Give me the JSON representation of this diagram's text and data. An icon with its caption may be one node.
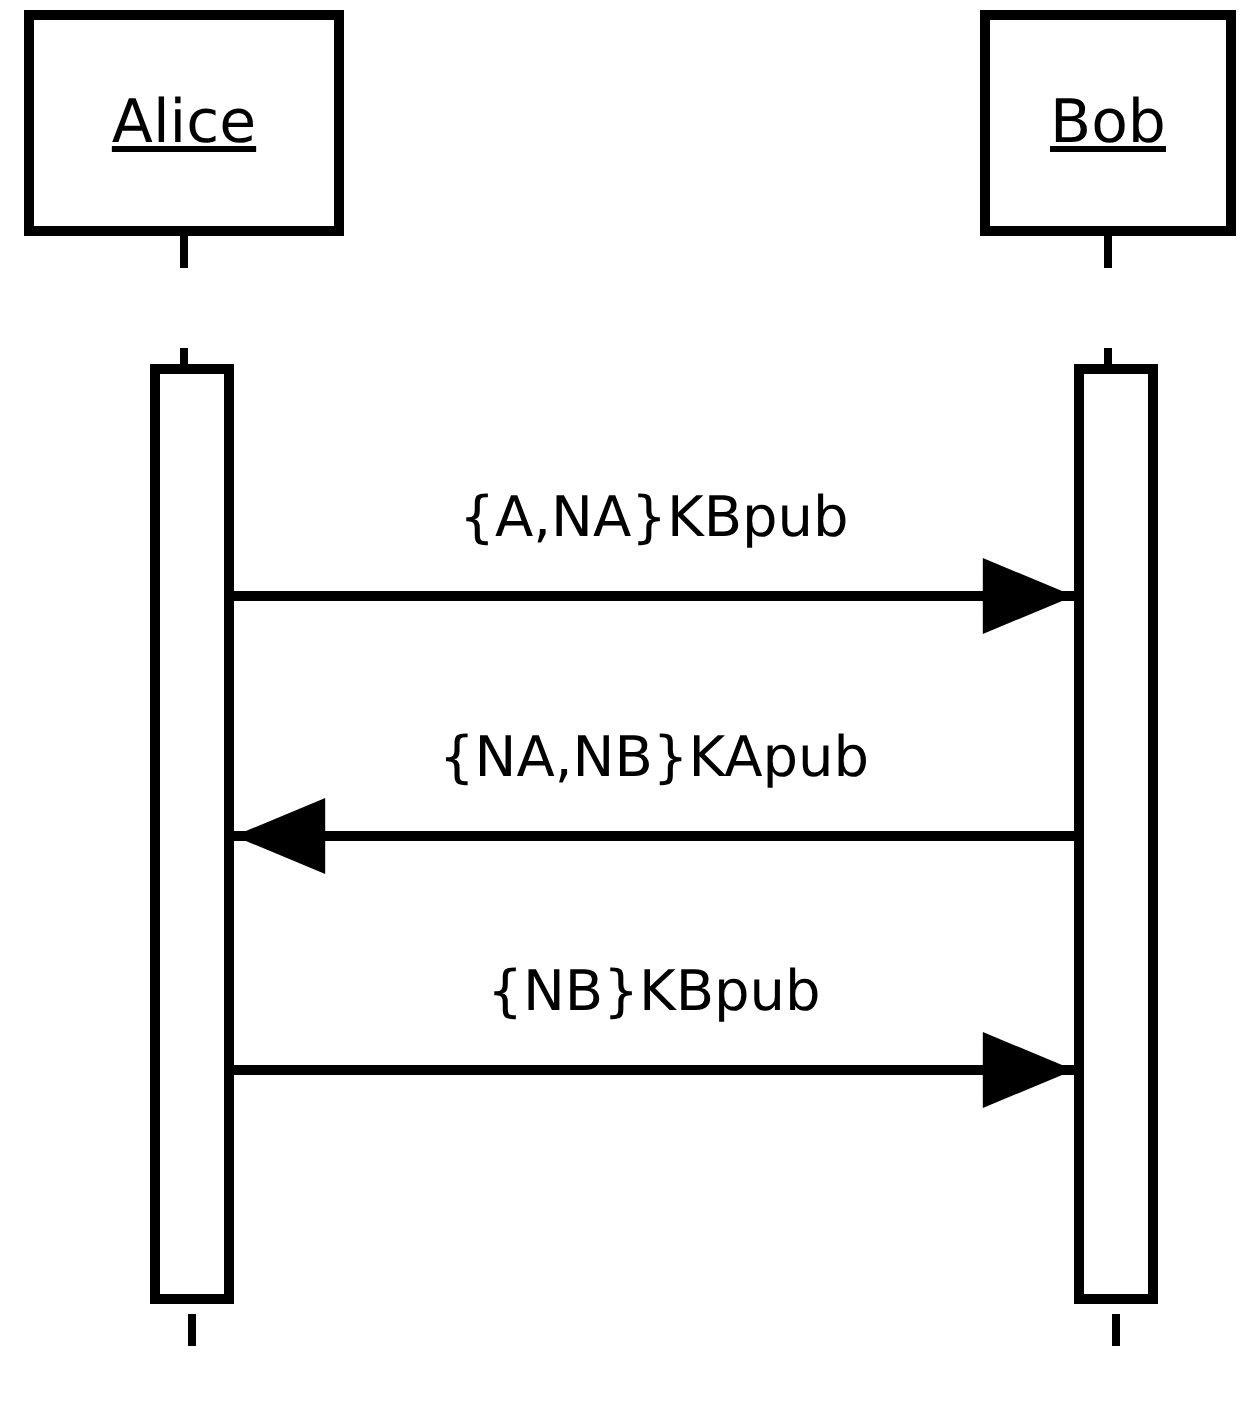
{
  "diagram": {
    "nodes": [
      {
        "text": [
          "Alice"
        ]
      },
      {
        "text": [
          "Bob"
        ]
      },
      {
        "text": [],
        "shape": "bar"
      },
      {
        "text": [],
        "shape": "bar"
      }
    ],
    "edges": [
      {
        "from": 0,
        "to": 2,
        "arrow": "none",
        "style": "dashed"
      },
      {
        "from": 1,
        "to": 3,
        "arrow": "none",
        "style": "dashed"
      },
      {
        "from": 2,
        "to": 3,
        "arrow": "to",
        "label": "{A,NA}KBpub"
      },
      {
        "from": 3,
        "to": 2,
        "arrow": "to",
        "label": "{NA,NB}KApub"
      },
      {
        "from": 2,
        "to": 3,
        "arrow": "to",
        "label": "{NB}KBpub"
      }
    ]
  }
}
